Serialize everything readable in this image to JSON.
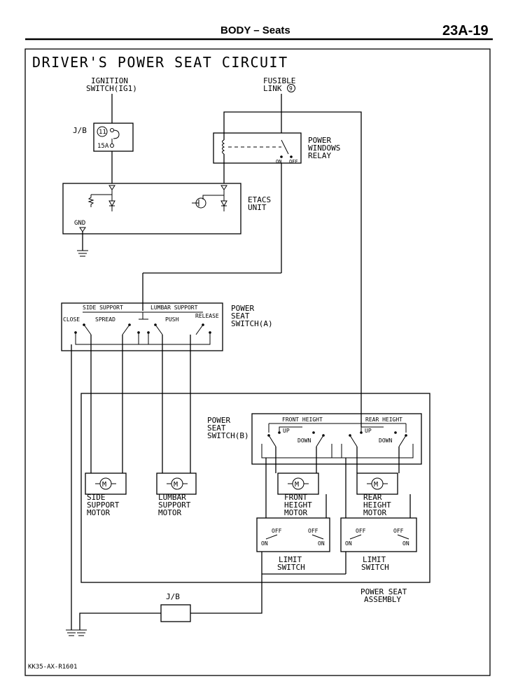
{
  "header": {
    "section": "BODY – Seats",
    "page_number": "23A-19"
  },
  "diagram": {
    "title": "DRIVER'S POWER SEAT CIRCUIT",
    "ignition_switch": [
      "IGNITION",
      "SWITCH(IG1)"
    ],
    "fusible_link": [
      "FUSIBLE",
      "LINK"
    ],
    "fusible_link_number": "9",
    "jb_label": "J/B",
    "fuse_number": "11",
    "fuse_rating": "15A",
    "power_windows_relay": [
      "POWER",
      "WINDOWS",
      "RELAY"
    ],
    "relay_on": "ON",
    "relay_off": "OFF",
    "etacs_unit": [
      "ETACS",
      "UNIT"
    ],
    "gnd": "GND",
    "switch_a": {
      "name": [
        "POWER",
        "SEAT",
        "SWITCH(A)"
      ],
      "side_support": "SIDE SUPPORT",
      "lumbar_support": "LUMBAR SUPPORT",
      "close": "CLOSE",
      "spread": "SPREAD",
      "push": "PUSH",
      "release": "RELEASE"
    },
    "switch_b": {
      "name": [
        "POWER",
        "SEAT",
        "SWITCH(B)"
      ],
      "front_height": "FRONT HEIGHT",
      "rear_height": "REAR HEIGHT",
      "up": "UP",
      "down": "DOWN"
    },
    "motors": {
      "side_support": [
        "SIDE",
        "SUPPORT",
        "MOTOR"
      ],
      "lumbar_support": [
        "LUMBAR",
        "SUPPORT",
        "MOTOR"
      ],
      "front_height": [
        "FRONT",
        "HEIGHT",
        "MOTOR"
      ],
      "rear_height": [
        "REAR",
        "HEIGHT",
        "MOTOR"
      ]
    },
    "limit_switch": [
      "LIMIT",
      "SWITCH"
    ],
    "limit_off": "OFF",
    "limit_on": "ON",
    "power_seat_assembly": [
      "POWER SEAT",
      "ASSEMBLY"
    ],
    "footer_code": "KK35-AX-R1601"
  }
}
